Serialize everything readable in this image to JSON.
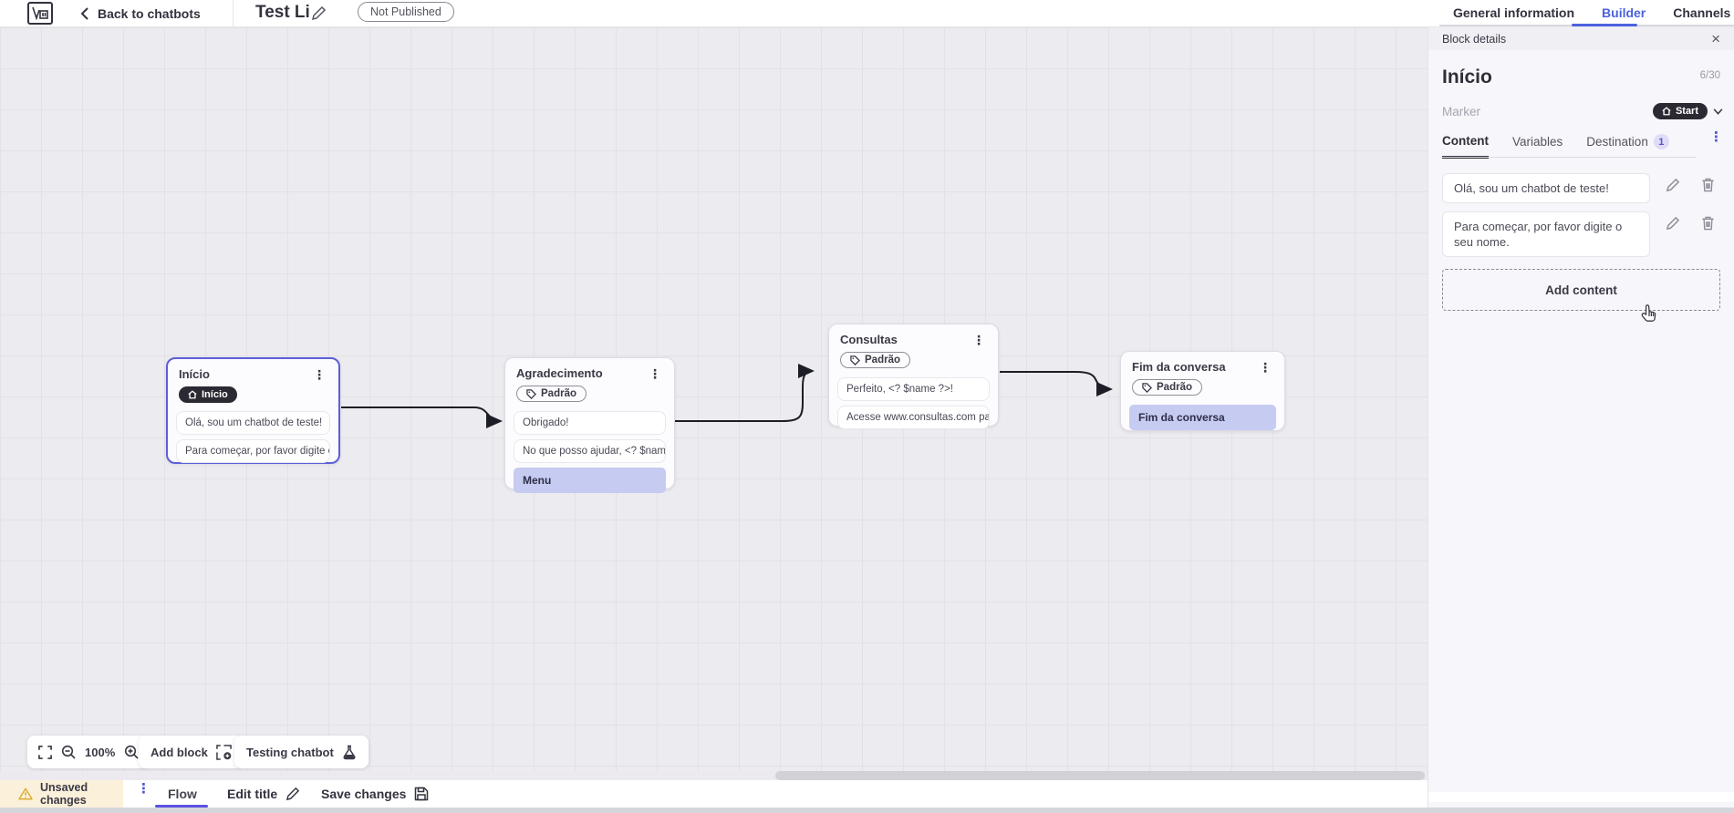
{
  "topbar": {
    "back_label": "Back to chatbots",
    "bot_title": "Test Li",
    "status_badge": "Not Published",
    "tabs": [
      {
        "label": "General information"
      },
      {
        "label": "Builder"
      },
      {
        "label": "Channels"
      }
    ]
  },
  "panel": {
    "header_title": "Block details",
    "block_name": "Início",
    "char_counter": "6/30",
    "marker_label": "Marker",
    "marker_value": "Start",
    "tabs": [
      {
        "label": "Content"
      },
      {
        "label": "Variables"
      },
      {
        "label": "Destination",
        "badge": "1"
      }
    ],
    "contents": [
      {
        "text": "Olá, sou um chatbot de teste!"
      },
      {
        "text": "Para começar, por favor digite o seu nome."
      }
    ],
    "add_content_label": "Add content"
  },
  "canvas": {
    "nodes": [
      {
        "title": "Início",
        "badge": "Início",
        "items": [
          {
            "text": "Olá, sou um chatbot de teste!"
          },
          {
            "text": "Para começar, por favor digite o ..."
          }
        ]
      },
      {
        "title": "Agradecimento",
        "badge": "Padrão",
        "items": [
          {
            "text": "Obrigado!"
          },
          {
            "text": "No que posso ajudar, <? $name ..."
          },
          {
            "text": "Menu"
          }
        ]
      },
      {
        "title": "Consultas",
        "badge": "Padrão",
        "items": [
          {
            "text": "Perfeito, <? $name ?>!"
          },
          {
            "text": "Acesse www.consultas.com par..."
          }
        ]
      },
      {
        "title": "Fim da conversa",
        "badge": "Padrão",
        "items": [
          {
            "text": "Fim da conversa"
          }
        ]
      }
    ],
    "controls": {
      "zoom_level": "100%",
      "add_block_label": "Add block",
      "testing_label": "Testing chatbot"
    }
  },
  "bottombar": {
    "unsaved_label": "Unsaved changes",
    "flow_tab_label": "Flow",
    "edit_title_label": "Edit title",
    "save_label": "Save changes"
  },
  "icons": {
    "kebab": "⋮",
    "close": "×"
  },
  "colors": {
    "accent_blue": "#4a63dd",
    "indigo": "#5a52e0",
    "dark_pill": "#2b2a33",
    "selected_node_border": "#5b5fd9",
    "highlight_item_bg": "#c6cbf1",
    "warning_bg": "#fbf0da",
    "edge": "#1d1d25"
  }
}
